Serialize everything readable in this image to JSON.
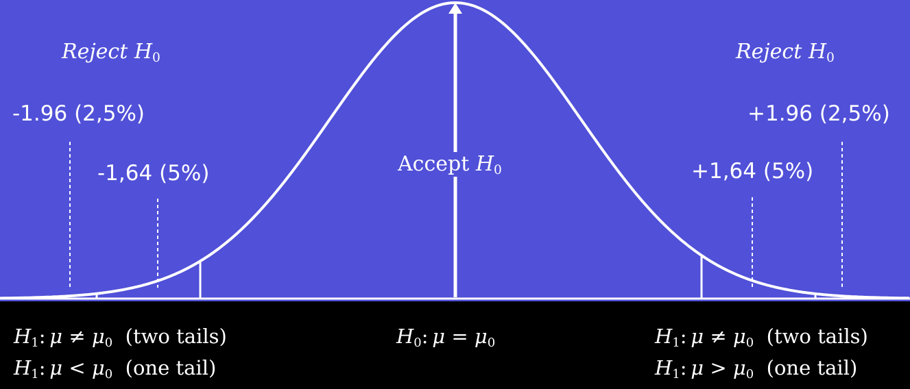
{
  "rejection_region_label": "Reject",
  "acceptance_region_label": "Accept",
  "null_hypothesis_symbol": "H",
  "null_hypothesis_subscript": "0",
  "critical_values": {
    "left_two_tail": "-1.96 (2,5%)",
    "left_one_tail": "-1,64 (5%)",
    "right_one_tail": "+1,64 (5%)",
    "right_two_tail": "+1.96 (2,5%)"
  },
  "hypotheses": {
    "left": [
      {
        "lhs": "H",
        "sub": "1",
        "rel": "≠",
        "rhs": "μ",
        "rhs_sub": "0",
        "note": "(two tails)"
      },
      {
        "lhs": "H",
        "sub": "1",
        "rel": "<",
        "rhs": "μ",
        "rhs_sub": "0",
        "note": "(one tail)"
      }
    ],
    "center": {
      "lhs": "H",
      "sub": "0",
      "rel": "=",
      "rhs": "μ",
      "rhs_sub": "0"
    },
    "right": [
      {
        "lhs": "H",
        "sub": "1",
        "rel": "≠",
        "rhs": "μ",
        "rhs_sub": "0",
        "note": "(two tails)"
      },
      {
        "lhs": "H",
        "sub": "1",
        "rel": ">",
        "rhs": "μ",
        "rhs_sub": "0",
        "note": "(one tail)"
      }
    ]
  },
  "mu_symbol": "μ",
  "colors": {
    "panel": "#5050d8",
    "background": "#000000",
    "ink": "#ffffff"
  }
}
